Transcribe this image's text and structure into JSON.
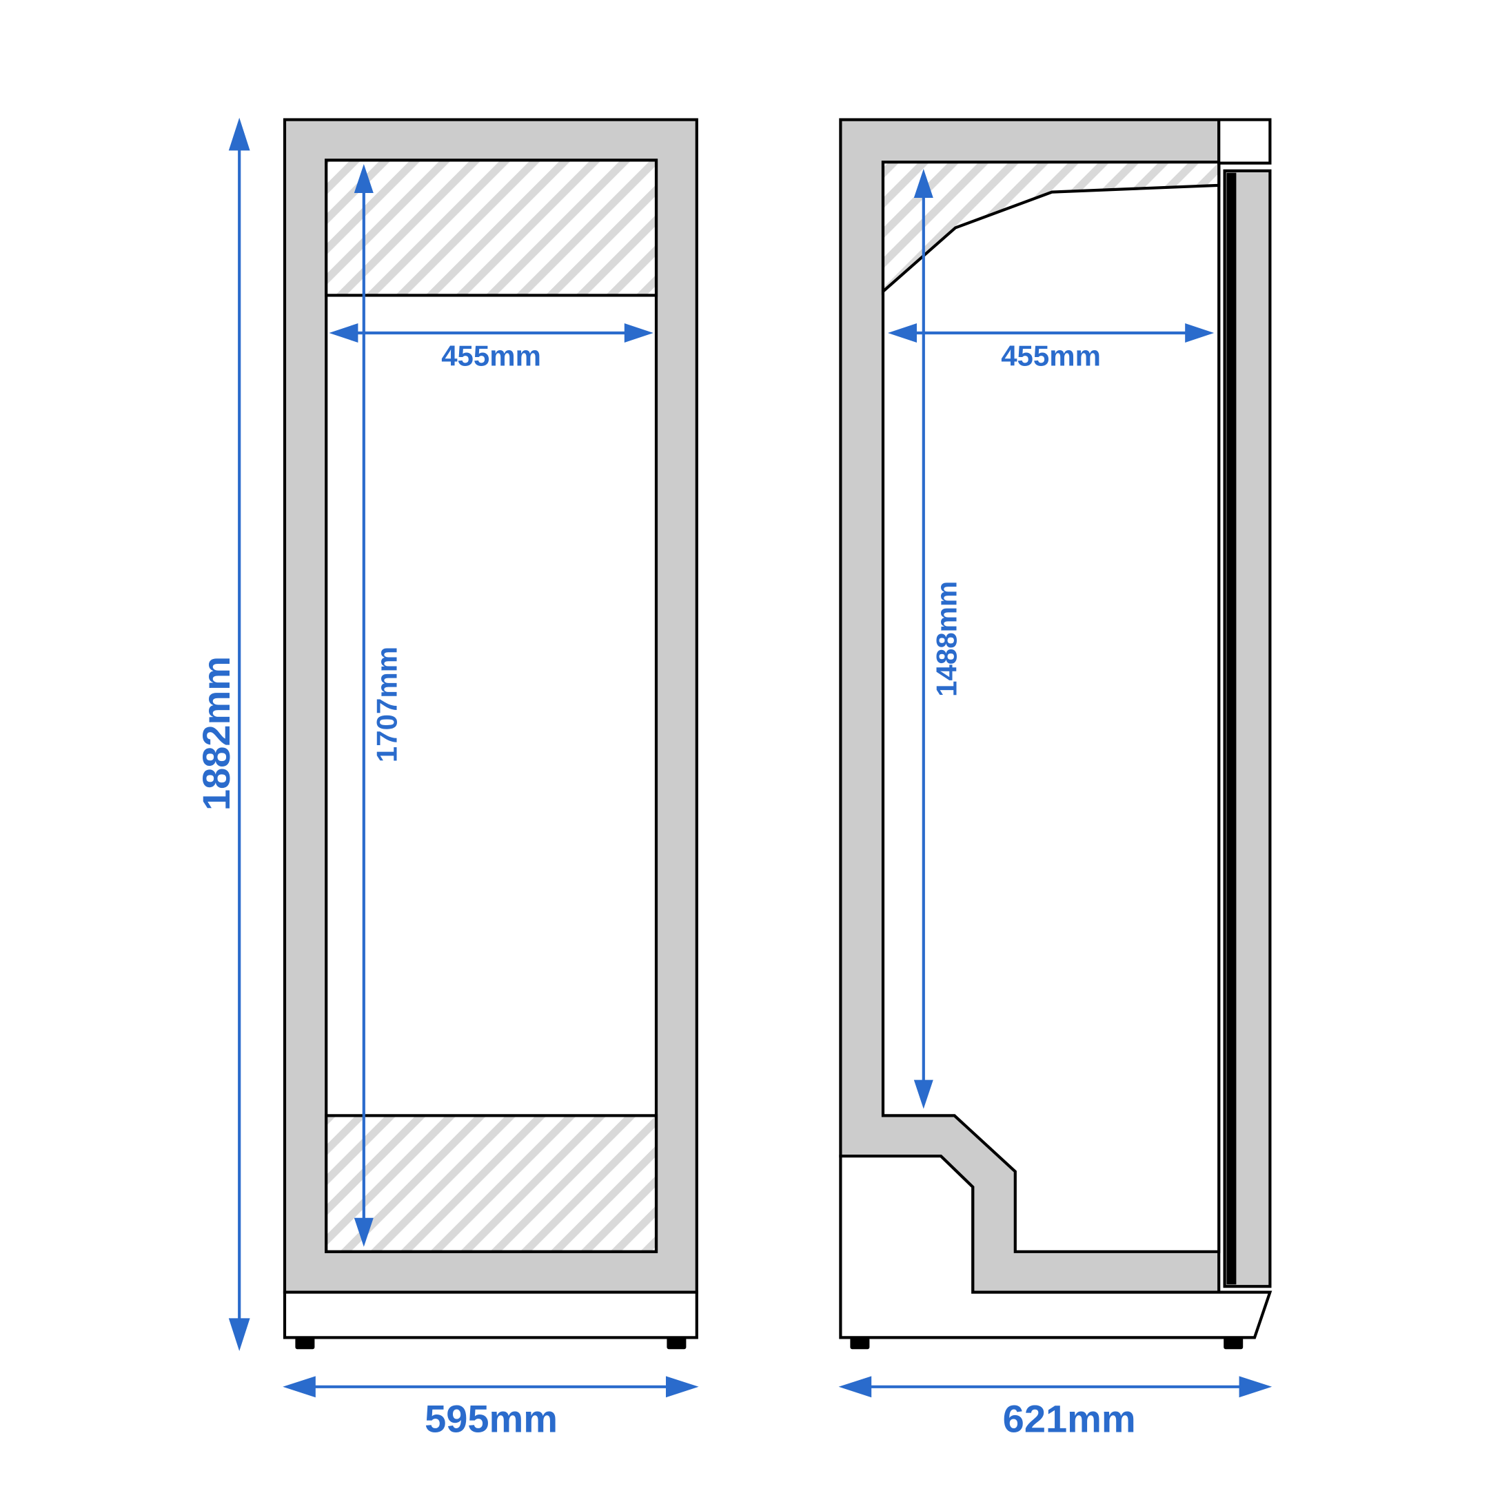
{
  "colors": {
    "dimension": "#2a6bcc",
    "insulation": "#cccccc",
    "outline": "#000000",
    "hatch": "#d9d9d9"
  },
  "front_view": {
    "height_label": "1882mm",
    "width_label": "595mm",
    "inner_width_label": "455mm",
    "inner_height_label": "1707mm"
  },
  "side_view": {
    "depth_label": "621mm",
    "inner_depth_label": "455mm",
    "inner_height_label": "1488mm"
  }
}
